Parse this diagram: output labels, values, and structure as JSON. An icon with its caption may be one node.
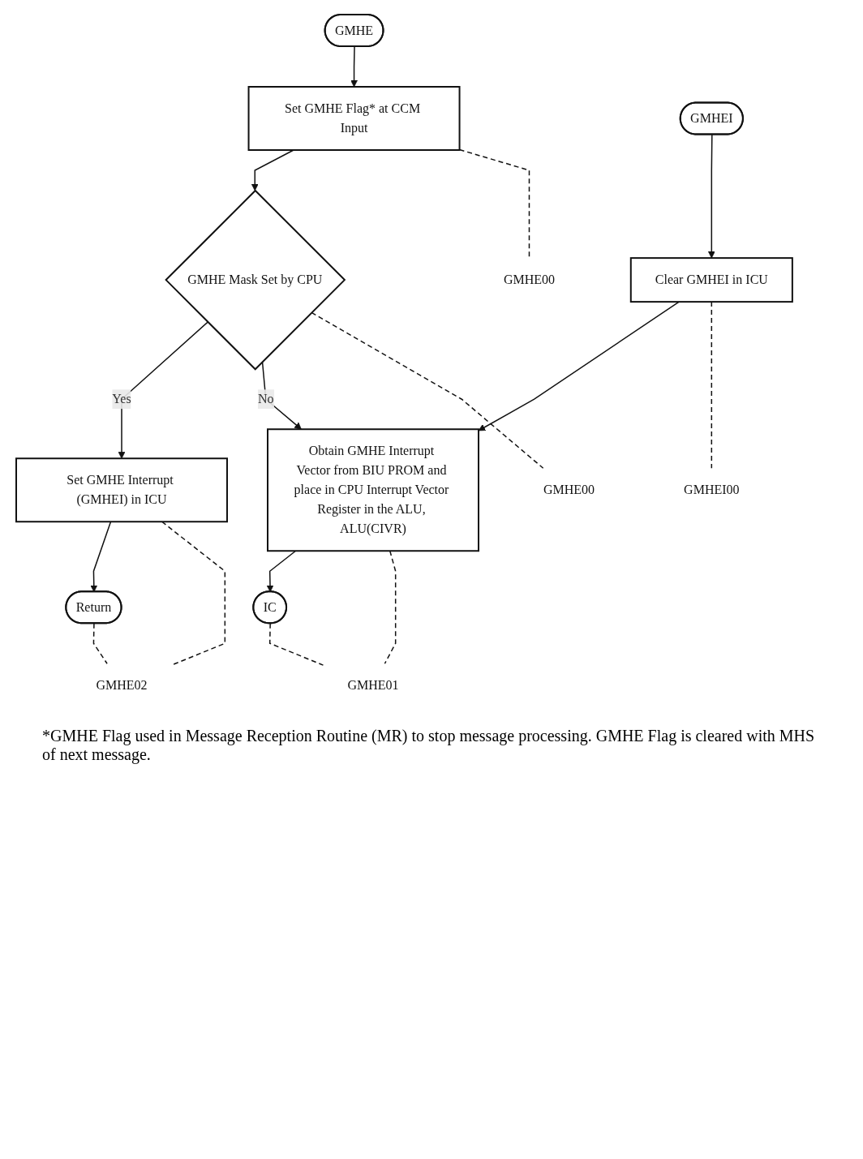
{
  "diagram": {
    "nodes": [
      {
        "text": [
          "GMHE"
        ]
      },
      {
        "text": [
          "Set GMHE Flag* at CCM Input"
        ]
      },
      {
        "text": [
          "GMHE Mask Set by CPU"
        ]
      },
      {
        "text": [
          "GMHEI"
        ]
      },
      {
        "text": [
          "Clear GMHEI in ICU"
        ]
      },
      {
        "text": [
          "Obtain GMHE Interrupt Vector from BIU PROM and place in CPU Interrupt Vector Register in the ALU, ALU(CIVR)"
        ]
      },
      {
        "text": [
          "IC"
        ]
      },
      {
        "text": [
          "Set GMHE Interrupt (GMHEI) in ICU"
        ]
      },
      {
        "text": [
          "Return"
        ]
      },
      {
        "text": [
          "GMHE00"
        ]
      },
      {
        "text": [
          "GMHE00"
        ]
      },
      {
        "text": [
          "GMHEI00"
        ]
      },
      {
        "text": [
          "GMHE01"
        ]
      },
      {
        "text": [
          "GMHE02"
        ]
      }
    ],
    "edges": [
      {
        "from": 0,
        "to": 1,
        "arrow": "to"
      },
      {
        "from": 1,
        "to": 2,
        "arrow": "to"
      },
      {
        "from": 2,
        "to": 7,
        "arrow": "to",
        "label": "Yes"
      },
      {
        "from": 2,
        "to": 5,
        "arrow": "to",
        "label": "No"
      },
      {
        "from": 3,
        "to": 4,
        "arrow": "to"
      },
      {
        "from": 4,
        "to": 5,
        "arrow": "to"
      },
      {
        "from": 5,
        "to": 6,
        "arrow": "to"
      },
      {
        "from": 7,
        "to": 8,
        "arrow": "to"
      },
      {
        "from": 1,
        "to": 9,
        "arrow": "none",
        "style": "dashed"
      },
      {
        "from": 2,
        "to": 10,
        "arrow": "none",
        "style": "dashed"
      },
      {
        "from": 4,
        "to": 11,
        "arrow": "none",
        "style": "dashed"
      },
      {
        "from": 5,
        "to": 12,
        "arrow": "none",
        "style": "dashed"
      },
      {
        "from": 6,
        "to": 12,
        "arrow": "none",
        "style": "dashed"
      },
      {
        "from": 7,
        "to": 13,
        "arrow": "none",
        "style": "dashed"
      },
      {
        "from": 8,
        "to": 13,
        "arrow": "none",
        "style": "dashed"
      }
    ],
    "labels": [
      "*GMHE Flag used in Message Reception Routine (MR) to stop message processing. GMHE Flag is cleared with MHS of next message."
    ]
  }
}
